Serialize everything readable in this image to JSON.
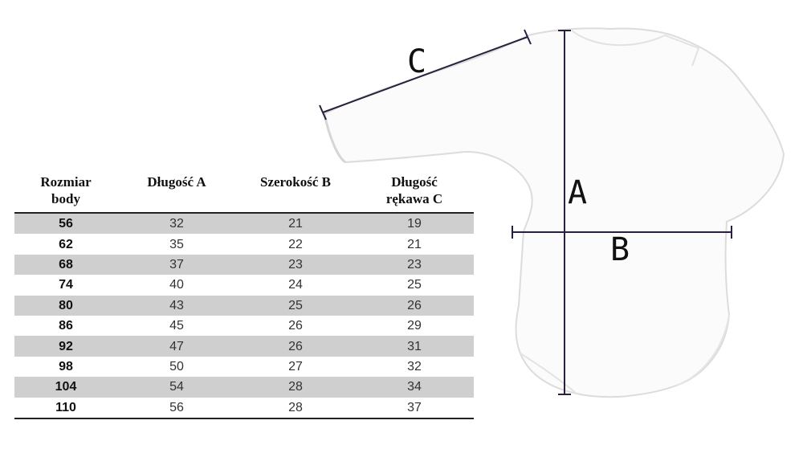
{
  "table": {
    "headers": [
      {
        "line1": "Rozmiar",
        "line2": "body"
      },
      {
        "line1": "Długość A",
        "line2": ""
      },
      {
        "line1": "Szerokość B",
        "line2": ""
      },
      {
        "line1": "Długość",
        "line2": "rękawa C"
      }
    ],
    "rows": [
      {
        "size": "56",
        "a": "32",
        "b": "21",
        "c": "19"
      },
      {
        "size": "62",
        "a": "35",
        "b": "22",
        "c": "21"
      },
      {
        "size": "68",
        "a": "37",
        "b": "23",
        "c": "23"
      },
      {
        "size": "74",
        "a": "40",
        "b": "24",
        "c": "25"
      },
      {
        "size": "80",
        "a": "43",
        "b": "25",
        "c": "26"
      },
      {
        "size": "86",
        "a": "45",
        "b": "26",
        "c": "29"
      },
      {
        "size": "92",
        "a": "47",
        "b": "26",
        "c": "31"
      },
      {
        "size": "98",
        "a": "50",
        "b": "27",
        "c": "32"
      },
      {
        "size": "104",
        "a": "54",
        "b": "28",
        "c": "34"
      },
      {
        "size": "110",
        "a": "56",
        "b": "28",
        "c": "37"
      }
    ]
  },
  "diagram": {
    "label_a": "A",
    "label_b": "B",
    "label_c": "C",
    "line_color": "#2a1f3d",
    "bodysuit_fill": "#fbfbfb",
    "bodysuit_stroke": "#dcdcdc"
  }
}
